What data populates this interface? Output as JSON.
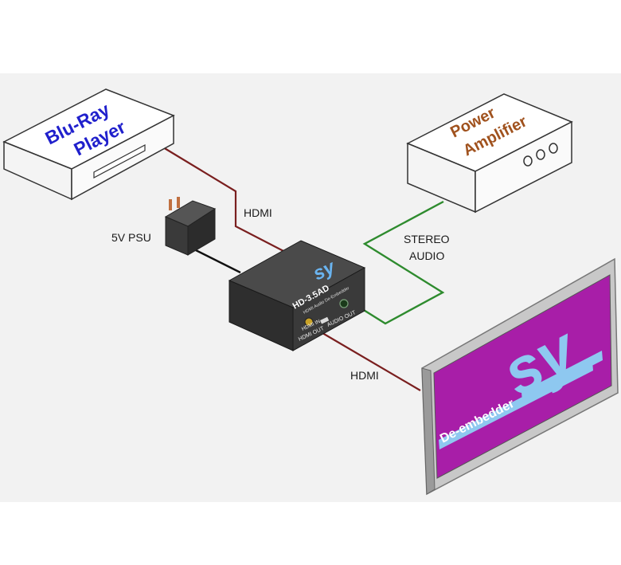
{
  "devices": {
    "bluray": {
      "line1": "Blu-Ray",
      "line2": "Player"
    },
    "amplifier": {
      "line1": "Power",
      "line2": "Amplifier"
    },
    "psu": {
      "label": "5V PSU"
    },
    "deembedder": {
      "logo": "sy",
      "model": "HD-3.5AD",
      "subtitle": "HDMI Audio De-Embedder",
      "in_port_label": "HDMI IN",
      "out_port_label": "HDMI OUT",
      "audio_out_label": "AUDIO OUT"
    },
    "display": {
      "logo": "sy",
      "caption": "De-embedder"
    }
  },
  "cables": {
    "hdmi_in": {
      "label": "HDMI",
      "color": "#7a1f1f"
    },
    "hdmi_out": {
      "label": "HDMI",
      "color": "#7a1f1f"
    },
    "audio": {
      "line1": "STEREO",
      "line2": "AUDIO",
      "color": "#2e8b2e"
    },
    "power": {
      "color": "#111111"
    }
  },
  "colors": {
    "background": "#f2f2f2",
    "device_text": "#2020cc",
    "amplifier_text": "#a0521e",
    "screen": "#a81ea8",
    "screen_accent": "#8ec8f0"
  }
}
